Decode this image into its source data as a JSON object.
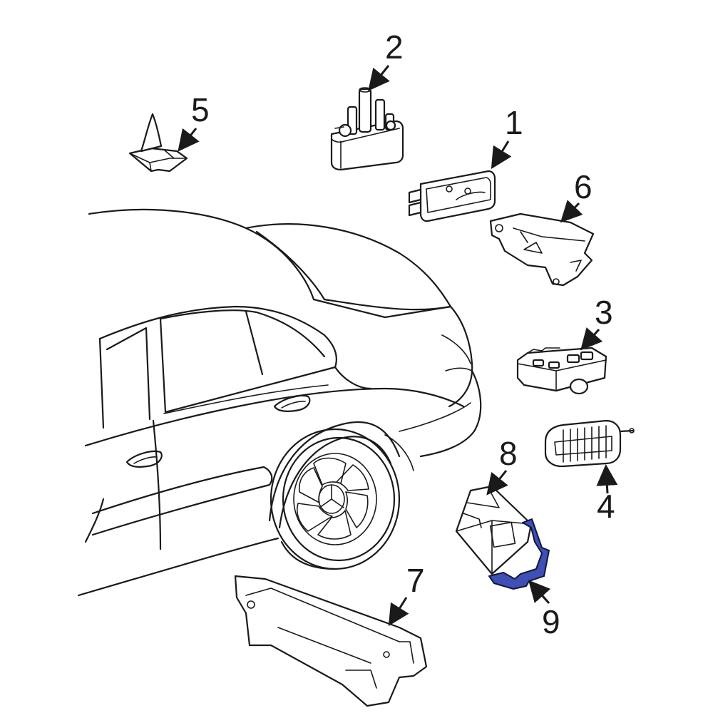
{
  "highlight_color": "#3f4fb3",
  "callouts": [
    {
      "id": "1",
      "label": "1"
    },
    {
      "id": "2",
      "label": "2"
    },
    {
      "id": "3",
      "label": "3"
    },
    {
      "id": "4",
      "label": "4"
    },
    {
      "id": "5",
      "label": "5"
    },
    {
      "id": "6",
      "label": "6"
    },
    {
      "id": "7",
      "label": "7"
    },
    {
      "id": "8",
      "label": "8"
    },
    {
      "id": "9",
      "label": "9"
    }
  ],
  "highlighted_part": "9"
}
